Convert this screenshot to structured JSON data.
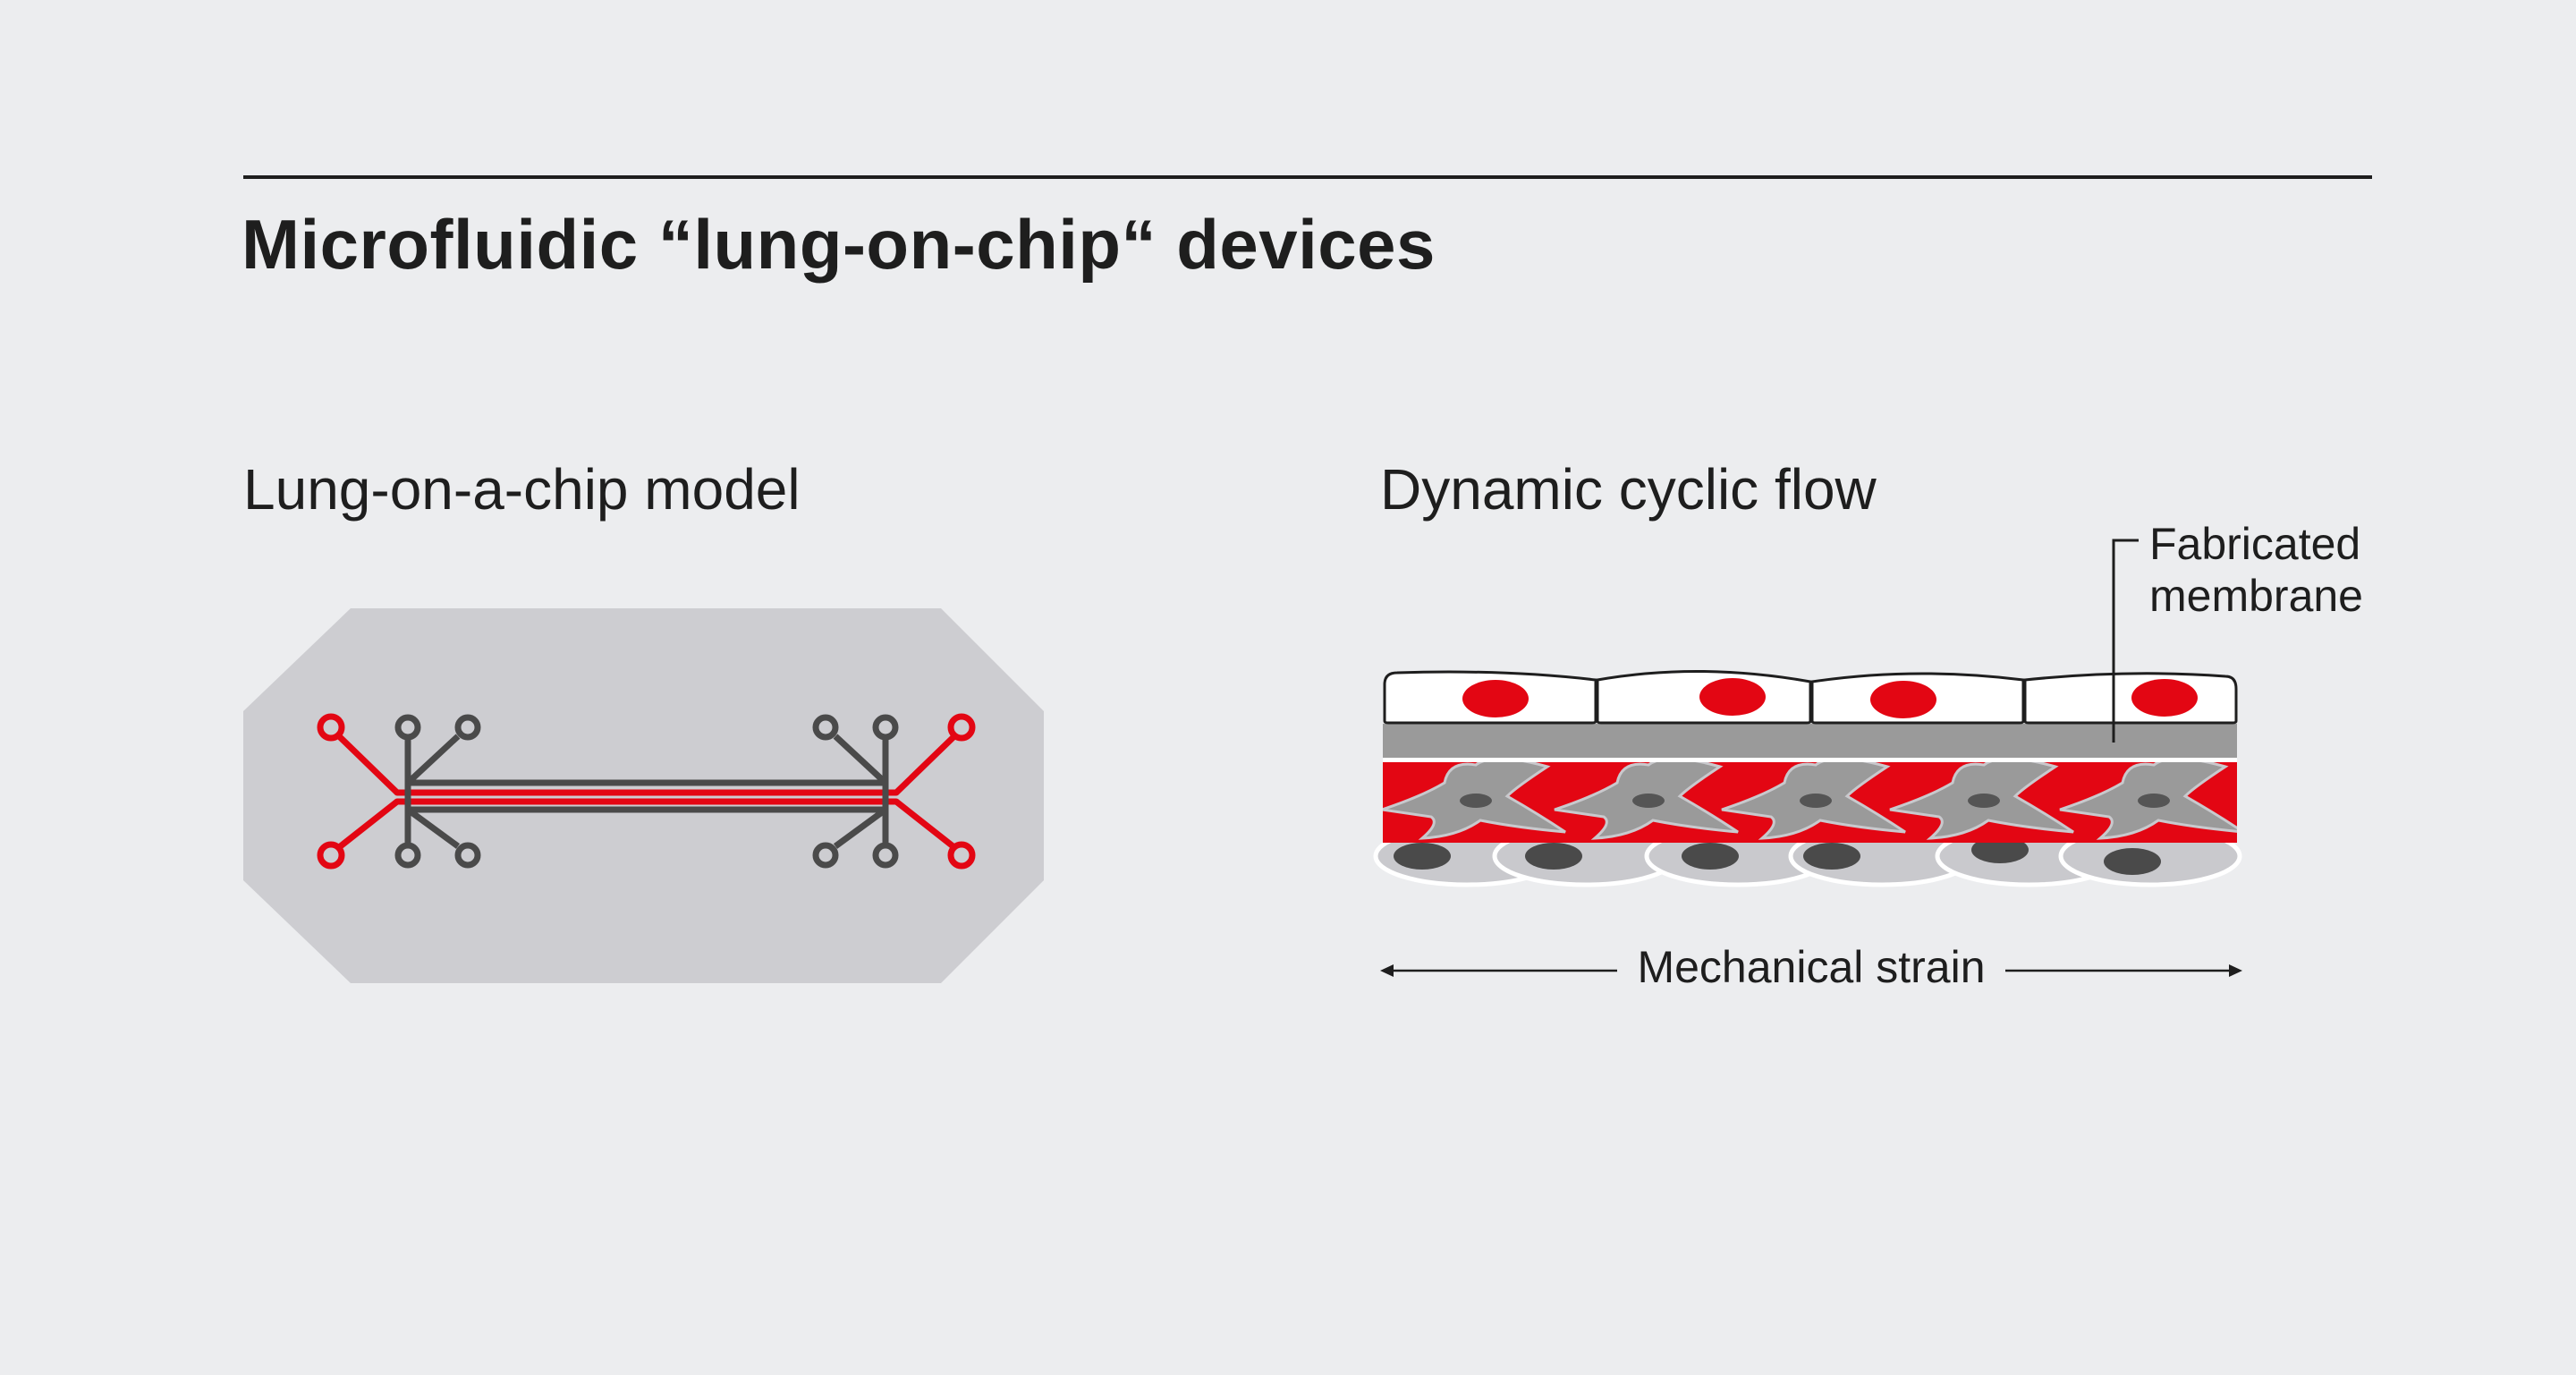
{
  "title": "Microfluidic “lung-on-chip“ devices",
  "left_panel": {
    "heading": "Lung-on-a-chip model"
  },
  "right_panel": {
    "heading": "Dynamic cyclic flow",
    "membrane_label_line1": "Fabricated",
    "membrane_label_line2": "membrane",
    "strain_label": "Mechanical strain"
  },
  "colors": {
    "background": "#ecedef",
    "accent_red": "#e30613",
    "chip_body": "#cdcdd1",
    "channel_dark": "#4a4a4a",
    "membrane_gray": "#9a9a9a",
    "text": "#1e1e1e"
  }
}
